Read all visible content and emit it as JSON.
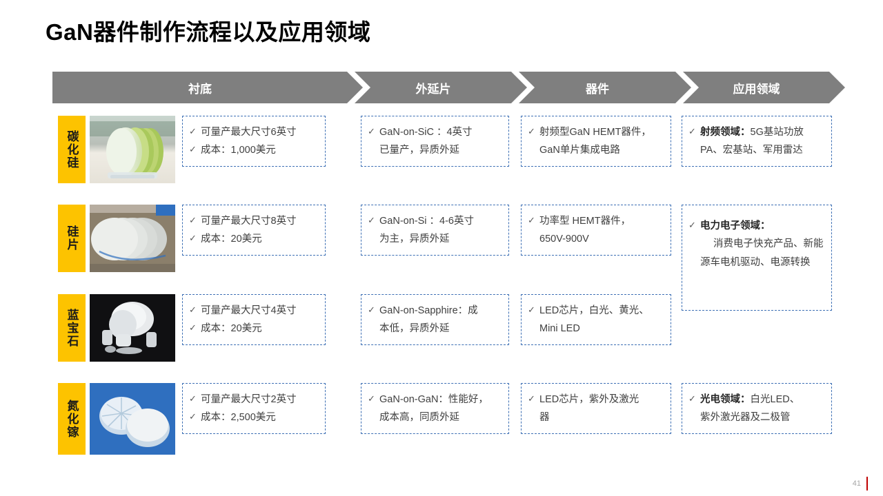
{
  "title": "GaN器件制作流程以及应用领域",
  "colors": {
    "chevron": "#7f7f7f",
    "label_yellow": "#FDC300",
    "box_border_blue": "#3C6FB4",
    "accent_red": "#C00000"
  },
  "header": {
    "steps": [
      {
        "label": "衬底"
      },
      {
        "label": "外延片"
      },
      {
        "label": "器件"
      },
      {
        "label": "应用领域"
      }
    ]
  },
  "check_glyph": "✓",
  "rows": [
    {
      "label": "碳化硅",
      "image_name": "sic-wafer-photo",
      "substrate": {
        "items": [
          "可量产最大尺寸6英寸",
          "成本：1,000美元"
        ]
      },
      "epiwafer": {
        "line1": "GaN-on-SiC ：4英寸",
        "line2": "已量产，异质外延"
      },
      "device": {
        "line1": "射频型GaN HEMT器件，",
        "line2": "GaN单片集成电路"
      },
      "application": {
        "bold": "射频领域：",
        "line1_rest": "5G基站功放",
        "line2": "PA、宏基站、军用雷达"
      }
    },
    {
      "label": "硅片",
      "image_name": "silicon-wafer-photo",
      "substrate": {
        "items": [
          "可量产最大尺寸8英寸",
          "成本：20美元"
        ]
      },
      "epiwafer": {
        "line1": "GaN-on-Si ：4-6英寸",
        "line2": "为主，异质外延"
      },
      "device": {
        "line1": "功率型 HEMT器件，",
        "line2": "650V-900V"
      },
      "application": {
        "bold": "电力电子领域：",
        "line1_rest": "",
        "body": "消费电子快充产品、新能源车电机驱动、电源转换"
      }
    },
    {
      "label": "蓝宝石",
      "image_name": "sapphire-crystal-photo",
      "substrate": {
        "items": [
          "可量产最大尺寸4英寸",
          "成本：20美元"
        ]
      },
      "epiwafer": {
        "line1": "GaN-on-Sapphire：成",
        "line2": "本低，异质外延"
      },
      "device": {
        "line1": "LED芯片，白光、黄光、",
        "line2": "Mini LED"
      },
      "application": null
    },
    {
      "label": "氮化镓",
      "image_name": "gan-wafer-photo",
      "substrate": {
        "items": [
          "可量产最大尺寸2英寸",
          "成本：2,500美元"
        ]
      },
      "epiwafer": {
        "line1": "GaN-on-GaN：性能好，",
        "line2": "成本高，同质外延"
      },
      "device": {
        "line1": "LED芯片，紫外及激光",
        "line2": "器"
      },
      "application": {
        "bold": "光电领域：",
        "line1_rest": "白光LED、",
        "line2": "紫外激光器及二极管"
      }
    }
  ],
  "footer": {
    "page_number": "41"
  }
}
